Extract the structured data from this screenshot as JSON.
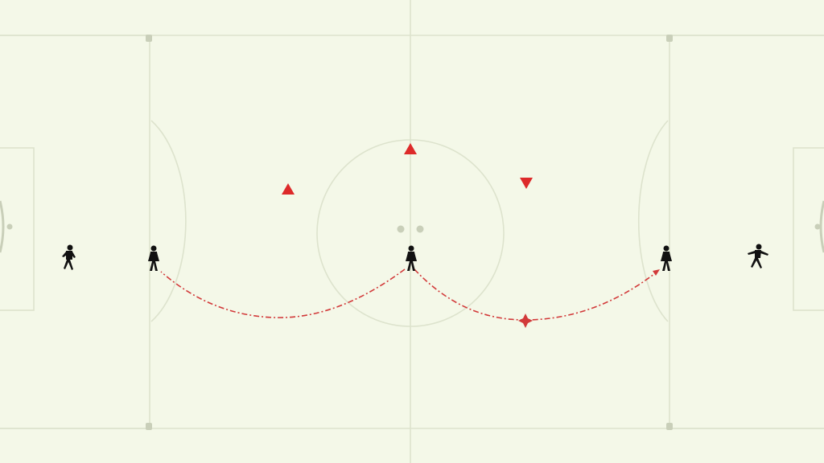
{
  "pitch": {
    "background": "#f4f8e8",
    "line_color": "#dde3cd",
    "marker_color": "#c9cfb9"
  },
  "players": [
    {
      "id": "p1",
      "pose": "walking"
    },
    {
      "id": "p2",
      "pose": "standing"
    },
    {
      "id": "p3",
      "pose": "standing"
    },
    {
      "id": "p4",
      "pose": "standing"
    },
    {
      "id": "p5",
      "pose": "running"
    }
  ],
  "cones": [
    {
      "id": "c1",
      "direction": "up"
    },
    {
      "id": "c2",
      "direction": "up"
    },
    {
      "id": "c3",
      "direction": "down"
    }
  ],
  "passes": [
    {
      "from": "p3",
      "to": "p2",
      "style": "dashed"
    },
    {
      "from": "p3",
      "to": "p4",
      "style": "dashed"
    }
  ],
  "colors": {
    "player": "#111111",
    "cone": "#dd2a2a",
    "pass_line": "#d23a3a"
  }
}
